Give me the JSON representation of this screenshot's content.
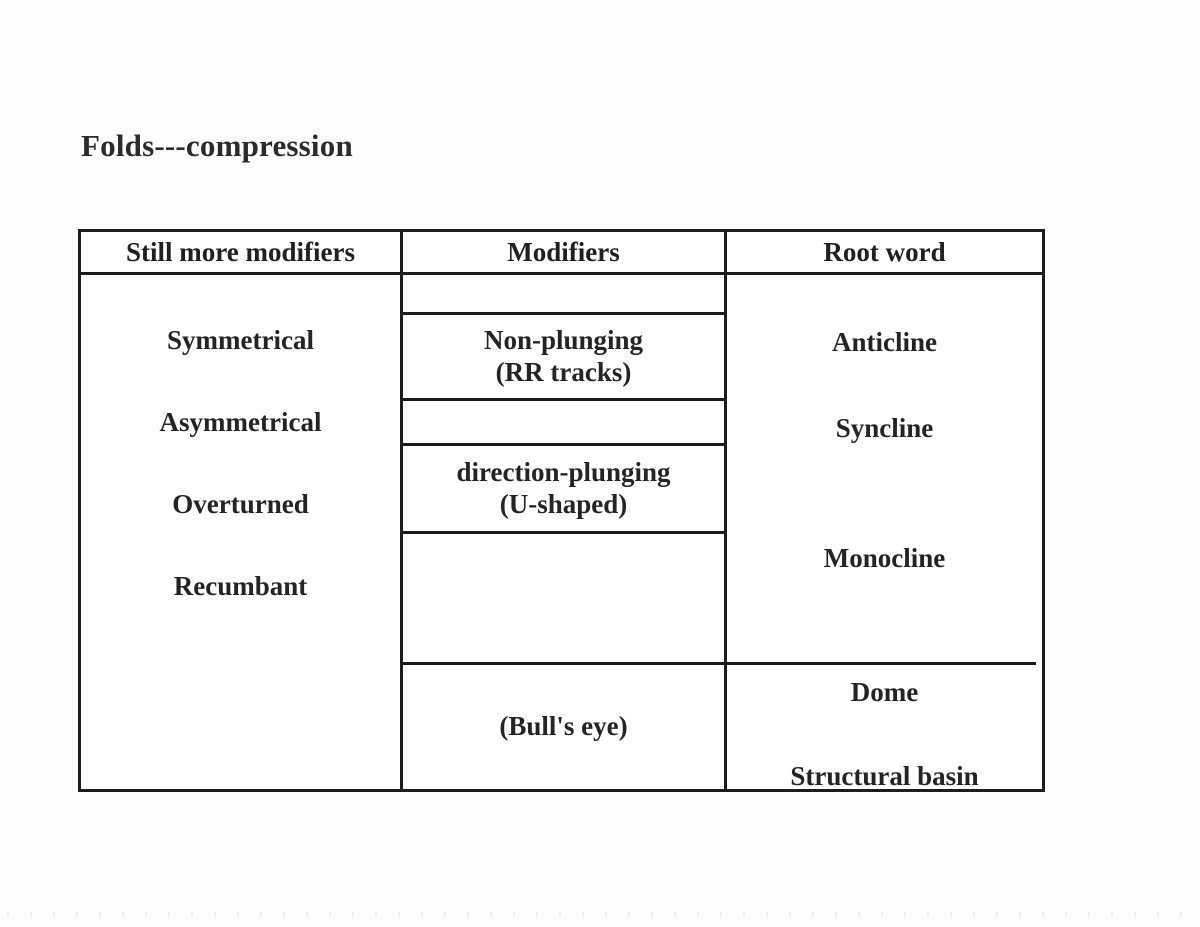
{
  "slide": {
    "title": "Folds---compression",
    "background_color": "#fdfdfd",
    "ink_color": "#1d1d1d"
  },
  "table": {
    "headers": [
      "Still more modifiers",
      "Modifiers",
      "Root word"
    ],
    "column_1_still_more_modifiers": [
      "Symmetrical",
      "Asymmetrical",
      "Overturned",
      "Recumbant"
    ],
    "column_2_modifiers": [
      {
        "row": 1,
        "lines": [
          "",
          ""
        ]
      },
      {
        "row": 2,
        "lines": [
          "Non-plunging",
          "(RR tracks)"
        ]
      },
      {
        "row": 3,
        "lines": [
          "",
          ""
        ]
      },
      {
        "row": 4,
        "lines": [
          "direction-plunging",
          "(U-shaped)"
        ]
      },
      {
        "row": 5,
        "lines": [
          "",
          ""
        ]
      },
      {
        "row": 6,
        "lines": [
          "(Bull's eye)",
          ""
        ]
      }
    ],
    "column_2_flat": {
      "r1_line1": "",
      "r1_line2": "",
      "r2_line1": "Non-plunging",
      "r2_line2": "(RR tracks)",
      "r3_line1": "",
      "r3_line2": "",
      "r4_line1": "direction-plunging",
      "r4_line2": "(U-shaped)",
      "r5_line1": "",
      "r5_line2": "",
      "r6_line1": "(Bull's eye)",
      "r6_line2": ""
    },
    "column_3_root_words_main": [
      "Anticline",
      "Syncline",
      "Monocline"
    ],
    "column_3_root_words_bottom": [
      "Dome",
      "Structural basin"
    ]
  }
}
